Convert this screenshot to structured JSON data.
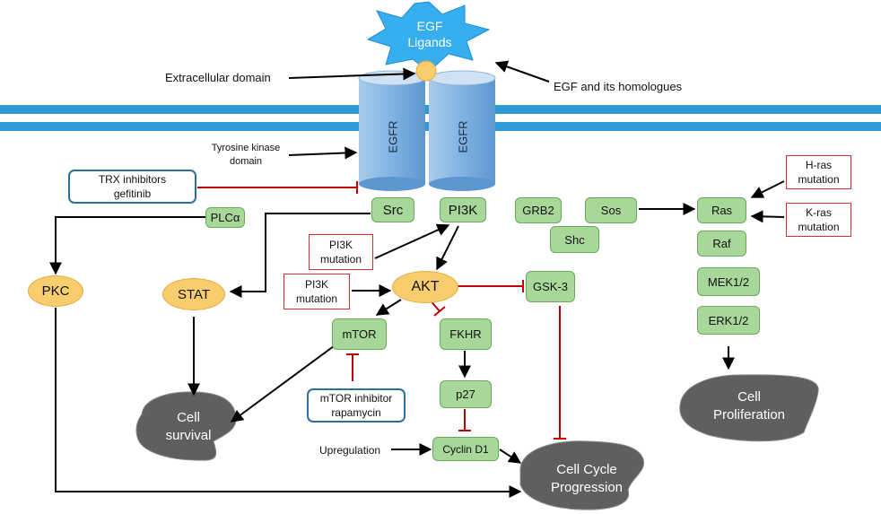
{
  "ligand": {
    "line1": "EGF",
    "line2": "Ligands"
  },
  "labels": {
    "extracellular": "Extracellular domain",
    "egf_homologues": "EGF and its homologues",
    "tk_domain_1": "Tyrosine kinase",
    "tk_domain_2": "domain",
    "upregulation": "Upregulation"
  },
  "receptor": {
    "left": "EGFR",
    "right": "EGFR"
  },
  "nodes": {
    "src": "Src",
    "pi3k": "PI3K",
    "plc": "PLCα",
    "grb2": "GRB2",
    "sos": "Sos",
    "shc": "Shc",
    "ras": "Ras",
    "raf": "Raf",
    "mek": "MEK1/2",
    "erk": "ERK1/2",
    "gsk3": "GSK-3",
    "mtor": "mTOR",
    "fkhr": "FKHR",
    "p27": "p27",
    "cyclin": "Cyclin D1",
    "pkc": "PKC",
    "stat": "STAT",
    "akt": "AKT"
  },
  "mutations": {
    "pi3k_a_1": "PI3K",
    "pi3k_a_2": "mutation",
    "pi3k_b_1": "PI3K",
    "pi3k_b_2": "mutation",
    "hras_1": "H-ras",
    "hras_2": "mutation",
    "kras_1": "K-ras",
    "kras_2": "mutation"
  },
  "inhibitors": {
    "trx_1": "TRX inhibitors",
    "trx_2": "gefitinib",
    "mtor_1": "mTOR inhibitor",
    "mtor_2": "rapamycin"
  },
  "outcomes": {
    "survival_1": "Cell",
    "survival_2": "survival",
    "prolif_1": "Cell",
    "prolif_2": "Proliferation",
    "cycle_1": "Cell Cycle",
    "cycle_2": "Progression"
  },
  "colors": {
    "membrane": "#2e9bd6",
    "node_green": "#a8d79a",
    "node_oval": "#f7cd6e",
    "outcome_gray": "#5f5f5f",
    "inhibit_red": "#c00000",
    "receptor_blue": "#8fbde6"
  }
}
